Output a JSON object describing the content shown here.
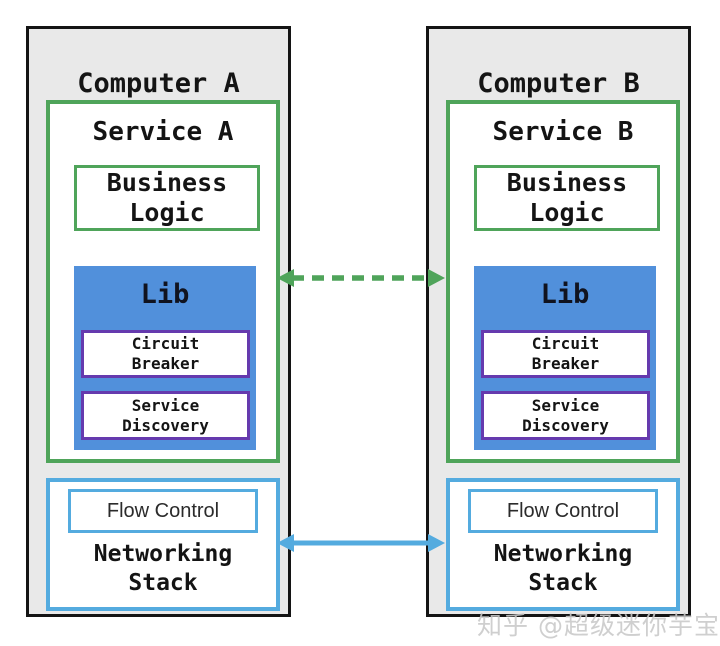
{
  "watermark": "知乎 @超级迷你芋宝宝",
  "colors": {
    "green": "#4FA45A",
    "lib_blue": "#5190DB",
    "purple": "#653AAE",
    "sky": "#54ABDF",
    "computer_bg": "#E9E9E9",
    "ink": "#141414",
    "watermark_gray": "#C9C9C9"
  },
  "computers": [
    {
      "title": "Computer A",
      "service": {
        "title": "Service A",
        "business_logic": "Business Logic",
        "lib": {
          "title": "Lib",
          "components": [
            "Circuit Breaker",
            "Service Discovery"
          ]
        }
      },
      "networking": {
        "flow_control": "Flow Control",
        "title": "Networking Stack"
      }
    },
    {
      "title": "Computer B",
      "service": {
        "title": "Service B",
        "business_logic": "Business Logic",
        "lib": {
          "title": "Lib",
          "components": [
            "Circuit Breaker",
            "Service Discovery"
          ]
        }
      },
      "networking": {
        "flow_control": "Flow Control",
        "title": "Networking Stack"
      }
    }
  ],
  "arrows": [
    {
      "name": "lib-to-lib-link",
      "style": "dashed",
      "color": "#4FA45A"
    },
    {
      "name": "network-to-network-link",
      "style": "solid",
      "color": "#54ABDF"
    }
  ]
}
